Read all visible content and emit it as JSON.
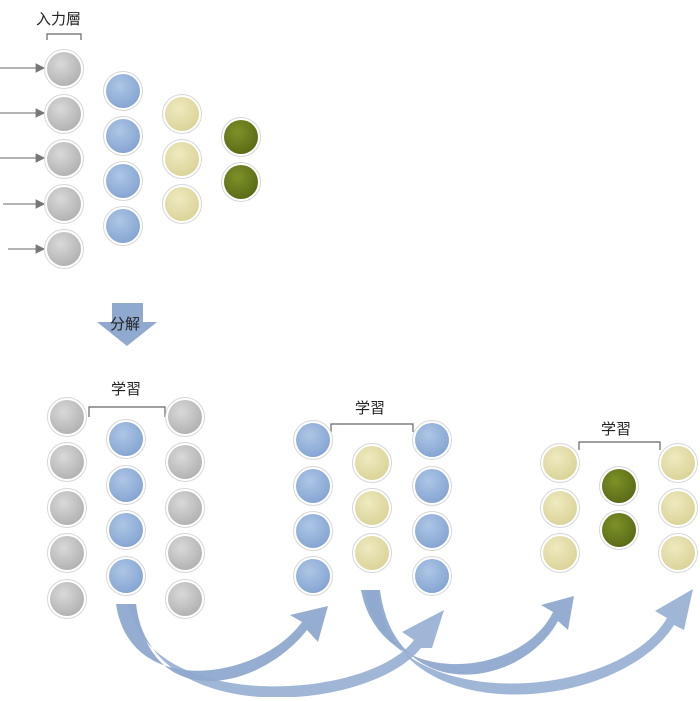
{
  "labels": {
    "input_layer": "入力層",
    "decompose": "分解",
    "learn": "学習"
  },
  "colors": {
    "gray": "#bdbdbd",
    "blue": "#94b2d8",
    "yellow": "#e3dda6",
    "green": "#687a1e",
    "arrow": "#8fa9cf"
  }
}
